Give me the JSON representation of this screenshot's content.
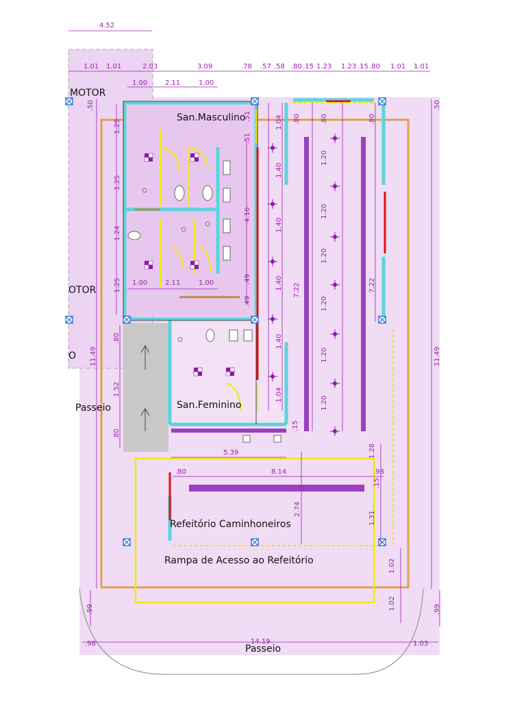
{
  "colors": {
    "background": "#ffffff",
    "area_fill": "#f0dcf5",
    "area_dark": "#e6c3ee",
    "dimension": "#9b1fae",
    "wall": "#5ad5dc",
    "wall_dark": "#444444",
    "hidden_line": "#f1e900",
    "curb": "#e0a050",
    "gray_zone": "#c8c8c8",
    "red_marker": "#e01010",
    "door_leaf": "#f6ee3a"
  },
  "icons": {
    "fixture": "toilet-icon",
    "sink": "sink-icon",
    "light": "ceiling-light-icon",
    "column": "column-marker-icon",
    "drain": "floor-drain-icon"
  },
  "labels": {
    "motor_top": "MOTOR",
    "motor_mid": "OTOR",
    "o_letter": "O",
    "san_masculino": "San.Masculino",
    "san_feminino": "San.Feminino",
    "passeio_left": "Passeio",
    "refeitorio": "Refeitório  Caminhoneiros",
    "rampa": "Rampa de Acesso ao Refeitório",
    "passeio_bottom": "Passeio"
  },
  "dims_top": {
    "overall": "4.52",
    "d1": "1.01",
    "d2": "1.01",
    "d3": "2.03",
    "d4": "3.09",
    "d5": ".78",
    "d6": ".57",
    "d7": ".58",
    "d8": ".80",
    "d9": ".15",
    "d10": "1.23",
    "d11": "1.23",
    "d12": ".15",
    "d13": ".80",
    "d14": "1.01",
    "d15": "1.01"
  },
  "dims_inner": {
    "stall_top_a": "1.00",
    "stall_top_b": "2.11",
    "stall_top_c": "1.00",
    "stall_bot_a": "1.00",
    "stall_bot_b": "2.11",
    "stall_bot_c": "1.00",
    "h1": "1.25",
    "h2": "1.25",
    "h3": "1.24",
    "h4": "1.25",
    "v416": "4.16",
    "v51a": ".51",
    "v51b": ".51",
    "v49a": ".49",
    "v49b": ".49",
    "corr_a": "1.04",
    "corr_b": "1.40",
    "corr_c": "1.40",
    "corr_d": "1.40",
    "corr_e": "1.40",
    "corr_f": "1.04",
    "hall_80": ".80",
    "col_80": ".80",
    "col_120a": "1.20",
    "col_120b": "1.20",
    "col_120c": "1.20",
    "col_120d": "1.20",
    "col_120e": "1.20",
    "col_120f": "1.20",
    "v722a": "7.22",
    "v722b": "7.22",
    "right_80": ".80",
    "v1149a": "11.49",
    "v1149b": "11.49",
    "top_50": ".50",
    "right_50": ".50",
    "gray_80a": ".80",
    "gray_152": "1.52",
    "gray_80b": ".80",
    "fem_15": ".15",
    "w539": "5.39",
    "r_128": "1.28",
    "w80": ".80",
    "w814": "8.14",
    "w98r": ".98",
    "r15": ".15",
    "v274": "2.74",
    "v131": "1.31",
    "v102a": "1.02",
    "v102b": "1.02",
    "v99a": ".99",
    "v99b": ".99",
    "b98": ".98",
    "b1419": "14.19",
    "b103": "1.03"
  }
}
